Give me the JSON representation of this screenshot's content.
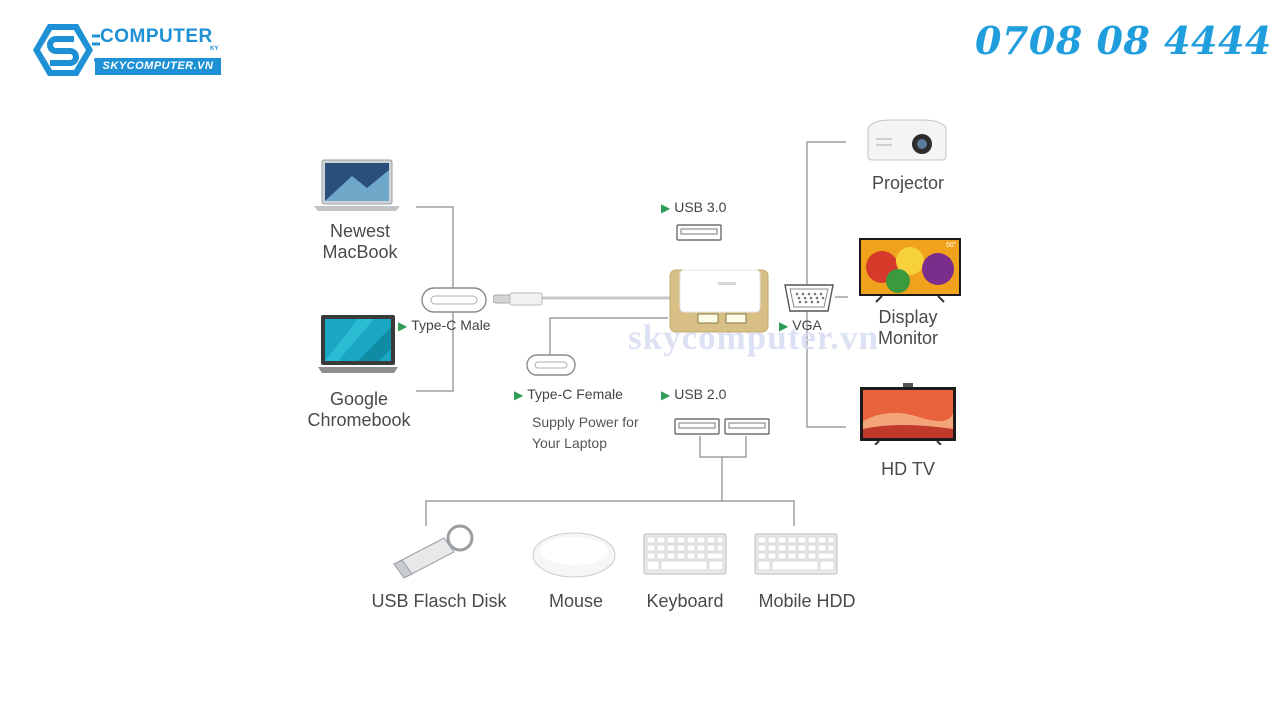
{
  "brand": {
    "name": "COMPUTER",
    "tag": "KY",
    "url": "SKYCOMPUTER.VN",
    "phone": "0708 08 4444"
  },
  "watermark": "skycomputer.vn",
  "hosts": {
    "macbook": "Newest\nMacBook",
    "chromebook": "Google\nChromebook"
  },
  "ports": {
    "type_c_male": "Type-C Male",
    "usb30": "USB 3.0",
    "type_c_female": "Type-C Female",
    "type_c_female_note": "Supply Power for\nYour Laptop",
    "usb20": "USB 2.0",
    "vga": "VGA"
  },
  "displays": {
    "projector": "Projector",
    "monitor": "Display\nMonitor",
    "tv": "HD TV",
    "monitor_badge": "50\""
  },
  "peripherals": {
    "flash": "USB Flasch Disk",
    "mouse": "Mouse",
    "keyboard": "Keyboard",
    "hdd": "Mobile HDD"
  },
  "colors": {
    "brand_blue": "#1e90d6",
    "phone_blue": "#1f9ddc",
    "arrow_green": "#2e9b56",
    "hub_gold": "#d8bf86"
  }
}
